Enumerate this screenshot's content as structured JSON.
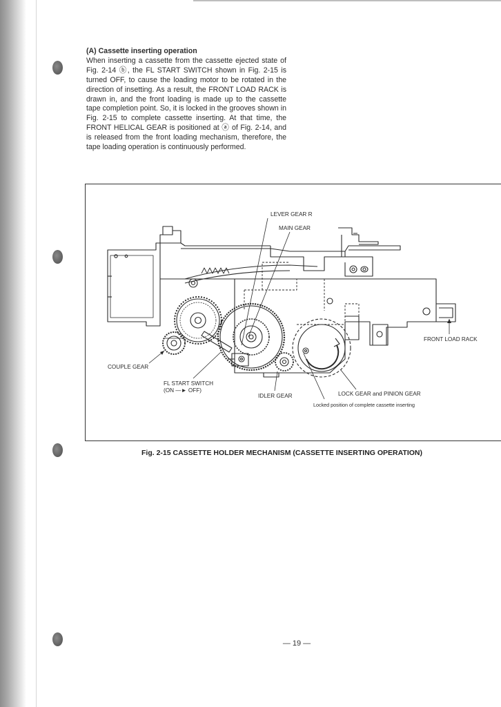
{
  "section": {
    "heading": "(A) Cassette inserting operation",
    "body": "When inserting a cassette from the cassette ejected state of Fig. 2-14 ⓑ, the FL START SWITCH shown in Fig. 2-15 is turned OFF, to cause the loading motor to be rotated in the direction of insetting. As a result, the FRONT LOAD RACK is drawn in, and the front loading is made up to the cassette tape completion point. So, it is locked in the grooves shown in Fig. 2-15 to complete cassette inserting. At that time, the FRONT HELICAL GEAR is positioned at ⓐ of Fig. 2-14, and is released from the front loading mechanism, therefore, the tape loading operation is continuously performed."
  },
  "figure": {
    "labels": {
      "lever_gear_r": "LEVER GEAR R",
      "main_gear": "MAIN GEAR",
      "front_load_rack": "FRONT LOAD RACK",
      "couple_gear": "COUPLE GEAR",
      "fl_start_switch": "FL START SWITCH",
      "fl_start_switch_state": "(ON ―► OFF)",
      "idler_gear": "IDLER GEAR",
      "lock_gear_pinion": "LOCK GEAR and PINION GEAR",
      "locked_position": "Locked position of complete cassette inserting"
    },
    "caption": "Fig. 2-15  CASSETTE HOLDER MECHANISM (CASSETTE INSERTING OPERATION)"
  },
  "page_number": "— 19 —"
}
